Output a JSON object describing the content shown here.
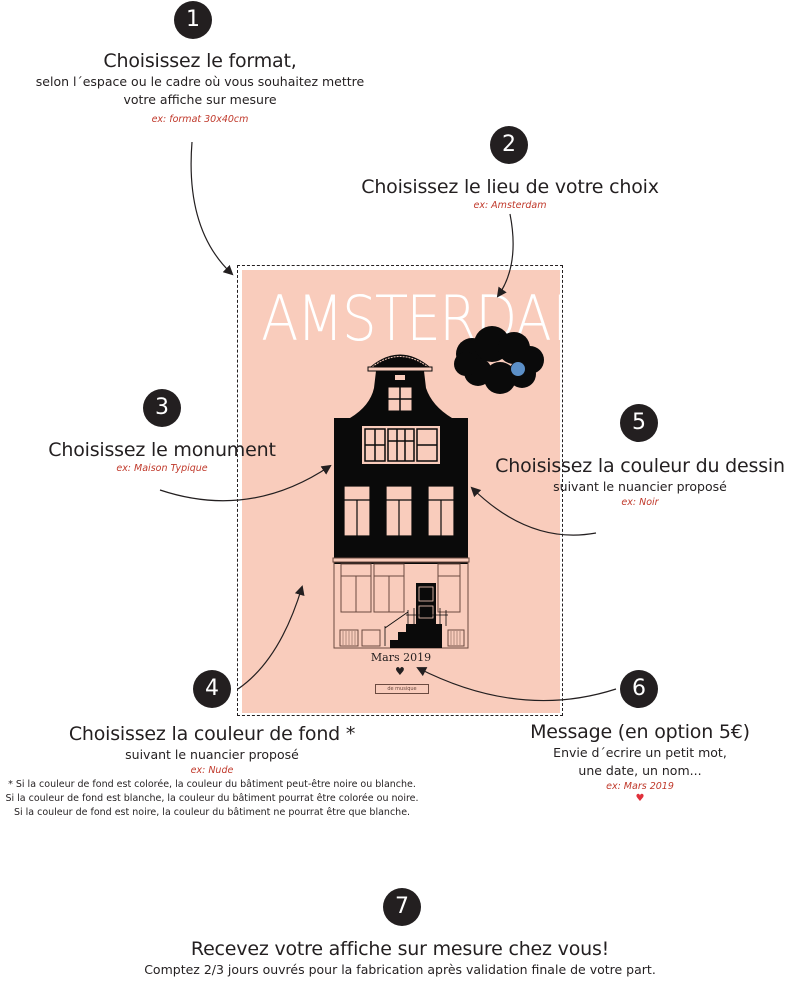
{
  "steps": [
    {
      "number": "1",
      "title": "Choisissez le format,",
      "lines": [
        "selon l´espace ou le cadre où vous souhaitez mettre",
        "votre affiche sur mesure"
      ],
      "example": "ex: format 30x40cm"
    },
    {
      "number": "2",
      "title": "Choisissez le lieu de votre choix",
      "example": "ex: Amsterdam"
    },
    {
      "number": "3",
      "title": "Choisissez le monument",
      "example": "ex: Maison Typique"
    },
    {
      "number": "4",
      "title": "Choisissez la couleur de fond *",
      "lines": [
        "suivant le nuancier proposé"
      ],
      "example": "ex: Nude",
      "notes": [
        "* Si la couleur de fond est colorée, la couleur du bâtiment peut-être noire ou blanche.",
        "Si la couleur de fond est blanche, la couleur du bâtiment pourrat être colorée ou noire.",
        "Si la couleur de fond est noire, la couleur du bâtiment ne pourrat être que blanche."
      ]
    },
    {
      "number": "5",
      "title": "Choisissez la couleur du dessin",
      "lines": [
        "suivant le nuancier proposé"
      ],
      "example": "ex: Noir"
    },
    {
      "number": "6",
      "title": "Message (en option 5€)",
      "lines": [
        "Envie d´ecrire un petit mot,",
        "une date, un nom..."
      ],
      "example": "ex: Mars 2019",
      "heart": "♥"
    },
    {
      "number": "7",
      "title": "Recevez votre affiche sur mesure chez vous!",
      "lines": [
        "Comptez 2/3 jours ouvrés pour la fabrication après validation finale de votre part."
      ]
    }
  ],
  "poster": {
    "city": "AMSTERDAM",
    "date": "Mars 2019",
    "heart": "♥",
    "tag": "de musique",
    "colors": {
      "background": "#f9ccbc",
      "drawing": "#0a0a0a",
      "title": "#ffffff",
      "cloud_dot": "#5b8fc7"
    }
  },
  "colors": {
    "badge": "#231f20",
    "example_text": "#c0392b",
    "heart": "#e0303a"
  }
}
